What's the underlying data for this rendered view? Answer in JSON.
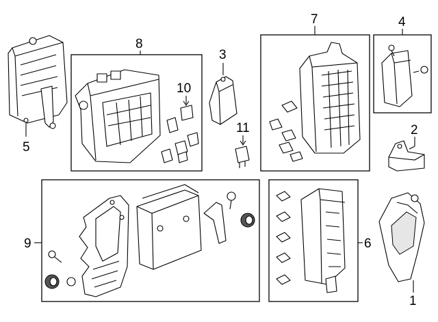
{
  "callouts": {
    "c1": "1",
    "c2": "2",
    "c3": "3",
    "c4": "4",
    "c5": "5",
    "c6": "6",
    "c7": "7",
    "c8": "8",
    "c9": "9",
    "c10": "10",
    "c11": "11"
  },
  "colors": {
    "line": "#000000",
    "background": "#ffffff",
    "shade": "#e6e6e6"
  }
}
